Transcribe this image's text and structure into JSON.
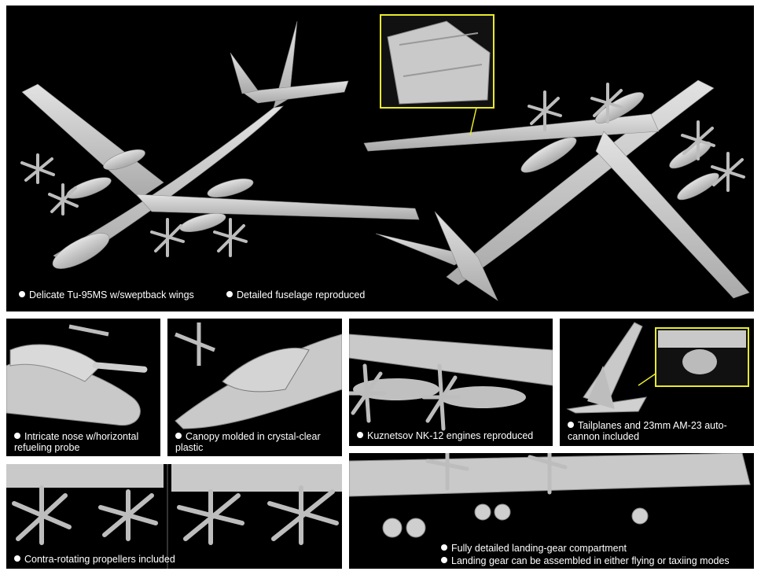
{
  "captions": {
    "main_wings": "Delicate Tu-95MS w/sweptback wings",
    "main_fuselage": "Detailed fuselage reproduced",
    "nose": "Intricate nose w/horizontal refueling probe",
    "canopy": "Canopy molded in crystal-clear plastic",
    "engines": "Kuznetsov NK-12 engines reproduced",
    "tail": "Tailplanes and 23mm AM-23 auto-cannon included",
    "props": "Contra-rotating propellers included",
    "gear1": "Fully detailed landing-gear compartment",
    "gear2": "Landing gear can be assembled in either flying or taxiing modes"
  },
  "colors": {
    "background": "#000000",
    "model": "#c9c9c9",
    "highlight": "#e8ea2b",
    "text": "#ffffff"
  }
}
